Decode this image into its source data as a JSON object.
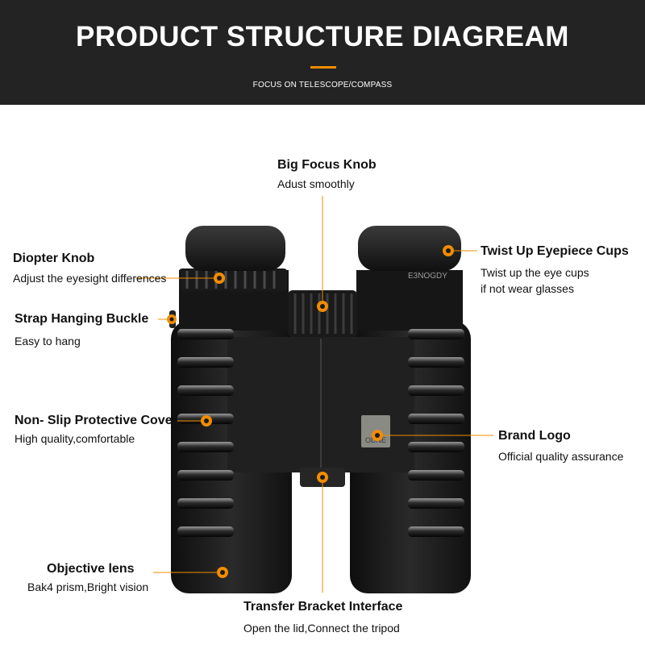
{
  "header": {
    "title": "PRODUCT STRUCTURE DIAGREAM",
    "subtitle": "FOCUS ON TELESCOPE/COMPASS"
  },
  "colors": {
    "header_bg": "#232323",
    "accent": "#f28c00",
    "body_black": "#1b1b1b"
  },
  "product": {
    "eyepiece_text": "E3NOGDY",
    "logo_text": "ODNE"
  },
  "callouts": {
    "focus_knob": {
      "title": "Big Focus Knob",
      "desc": "Adust smoothly"
    },
    "diopter": {
      "title": "Diopter Knob",
      "desc": "Adjust the eyesight differences"
    },
    "eyepiece": {
      "title": "Twist Up Eyepiece Cups",
      "desc1": "Twist up the eye cups",
      "desc2": "if not wear glasses"
    },
    "strap": {
      "title": "Strap Hanging Buckle",
      "desc": "Easy to hang"
    },
    "cover": {
      "title": "Non- Slip Protective Cover",
      "desc": "High quality,comfortable"
    },
    "logo": {
      "title": "Brand  Logo",
      "desc": "Official quality assurance"
    },
    "objective": {
      "title": "Objective lens",
      "desc": "Bak4 prism,Bright vision"
    },
    "bracket": {
      "title": "Transfer Bracket Interface",
      "desc": "Open the lid,Connect the tripod"
    }
  }
}
